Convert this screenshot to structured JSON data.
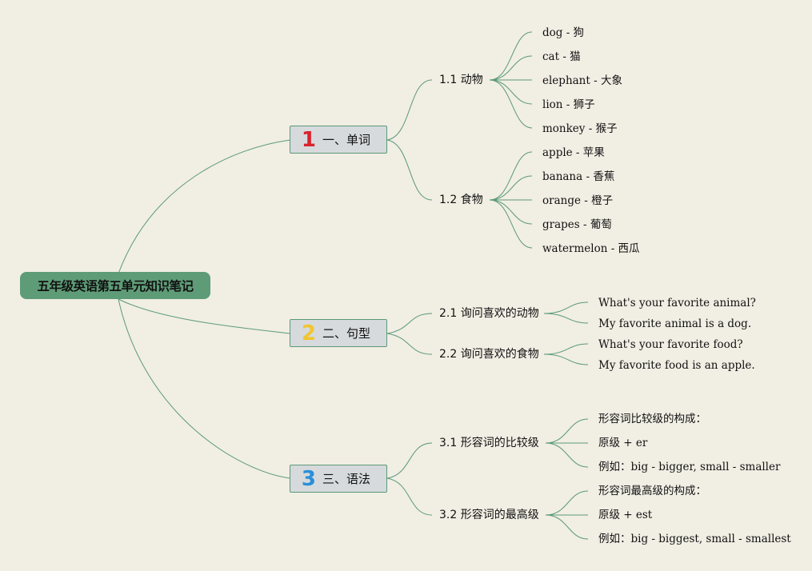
{
  "root": {
    "title": "五年级英语第五单元知识笔记"
  },
  "branches": [
    {
      "number": "1",
      "label": "一、单词",
      "subs": [
        {
          "label": "1.1 动物",
          "leaves": [
            "dog - 狗",
            "cat - 猫",
            "elephant - 大象",
            "lion - 狮子",
            "monkey - 猴子"
          ]
        },
        {
          "label": "1.2 食物",
          "leaves": [
            "apple - 苹果",
            "banana - 香蕉",
            "orange - 橙子",
            "grapes - 葡萄",
            "watermelon - 西瓜"
          ]
        }
      ]
    },
    {
      "number": "2",
      "label": "二、句型",
      "subs": [
        {
          "label": "2.1 询问喜欢的动物",
          "leaves": [
            "What's your favorite animal?",
            "My favorite animal is a dog."
          ]
        },
        {
          "label": "2.2 询问喜欢的食物",
          "leaves": [
            "What's your favorite food?",
            "My favorite food is an apple."
          ]
        }
      ]
    },
    {
      "number": "3",
      "label": "三、语法",
      "subs": [
        {
          "label": "3.1 形容词的比较级",
          "leaves": [
            "形容词比较级的构成：",
            "原级 + er",
            "例如：big - bigger, small - smaller"
          ]
        },
        {
          "label": "3.2 形容词的最高级",
          "leaves": [
            "形容词最高级的构成：",
            "原级 + est",
            "例如：big - biggest, small - smallest"
          ]
        }
      ]
    }
  ],
  "colors": {
    "background": "#f1eee4",
    "root": "#5e9c77",
    "edge": "#5a9a78",
    "branch_box": "#d6dadc",
    "number_1": "#d9232f",
    "number_2": "#f2c530",
    "number_3": "#2a8fd9"
  }
}
